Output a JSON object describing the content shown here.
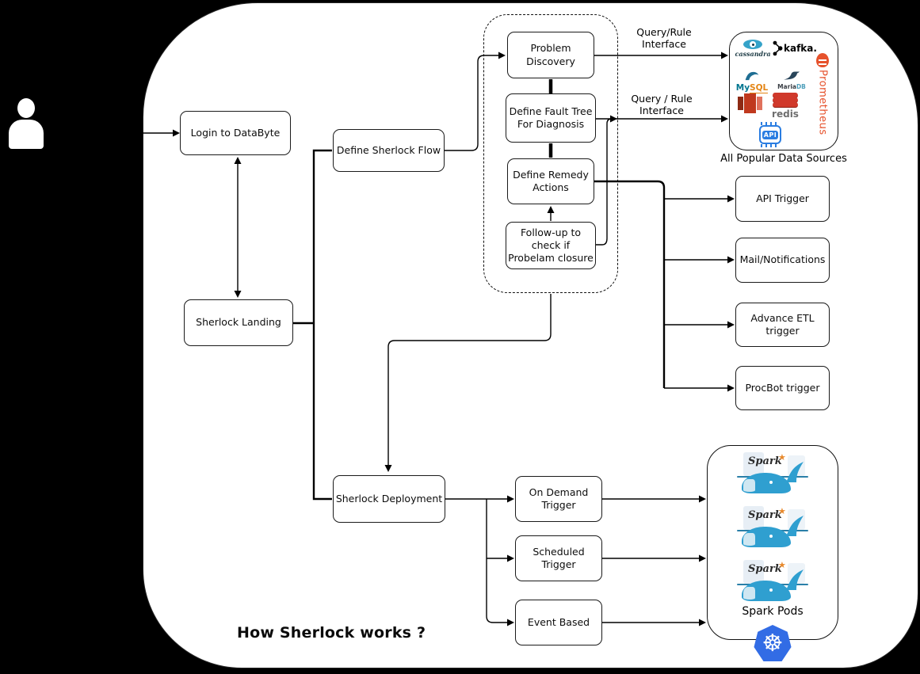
{
  "title": "How Sherlock works ?",
  "nodes": {
    "login": "Login to DataByte",
    "landing": "Sherlock Landing",
    "define_flow": "Define Sherlock Flow",
    "deployment": "Sherlock Deployment",
    "problem_discovery": "Problem Discovery",
    "fault_tree": "Define Fault Tree For Diagnosis",
    "remedy_actions": "Define Remedy Actions",
    "followup": "Follow-up to check if Probelam closure",
    "api_trigger": "API Trigger",
    "mail_notifications": "Mail/Notifications",
    "advance_etl": "Advance ETL trigger",
    "procbot": "ProcBot trigger",
    "on_demand": "On Demand Trigger",
    "scheduled": "Scheduled Trigger",
    "event_based": "Event Based"
  },
  "edge_labels": {
    "query_rule_top": "Query/Rule Interface",
    "query_rule_mid": "Query / Rule Interface"
  },
  "data_sources": {
    "caption": "All Popular Data Sources",
    "cassandra": "cassandra",
    "kafka": "kafka.",
    "mysql": {
      "my": "My",
      "sql": "SQL"
    },
    "mariadb": {
      "maria": "Maria",
      "db": "DB"
    },
    "prometheus": "Prometheus",
    "redis": "redis",
    "api_chip": "API"
  },
  "spark_pods": {
    "caption": "Spark Pods",
    "pod_label": "Spark",
    "star": "★",
    "kubernetes_glyph": "☸"
  },
  "colors": {
    "prometheus_orange": "#e6522c",
    "redis_red": "#d0392b",
    "mysql_blue": "#00758f",
    "mysql_orange": "#e48514",
    "cassandra_teal": "#35a3c9",
    "mariadb_dark": "#29455a",
    "api_chip_blue": "#2a7de1",
    "kubernetes_blue": "#326ce5",
    "docker_whale_blue": "#2f9fd0",
    "redshift_red": "#c0391e"
  }
}
